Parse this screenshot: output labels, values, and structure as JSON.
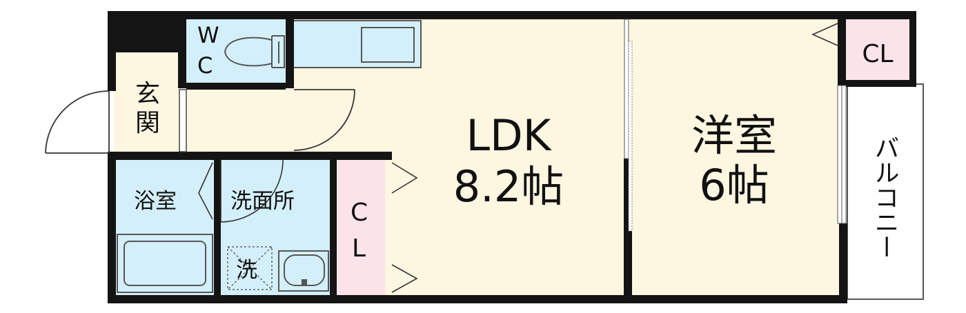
{
  "colors": {
    "wall": "#141414",
    "living": "#fdf6e1",
    "wet": "#d3effa",
    "closet": "#fbe3ea",
    "fixture_stroke": "#555555"
  },
  "rooms": {
    "wc_top": "W",
    "wc_bottom": "C",
    "genkan_top": "玄",
    "genkan_bottom": "関",
    "bath": "浴室",
    "washroom": "洗面所",
    "washer": "洗",
    "ldk_name": "LDK",
    "ldk_size": "8.2帖",
    "bedroom_name": "洋室",
    "bedroom_size": "6帖",
    "bedroom_closet": "CL",
    "ldk_closet_top": "C",
    "ldk_closet_bottom": "L",
    "balcony": "バルコニー"
  },
  "icons": [
    "toilet-icon",
    "kitchen-sink-icon",
    "bathtub-icon",
    "washbasin-icon",
    "washer-pan-icon",
    "door-swing-icon"
  ]
}
